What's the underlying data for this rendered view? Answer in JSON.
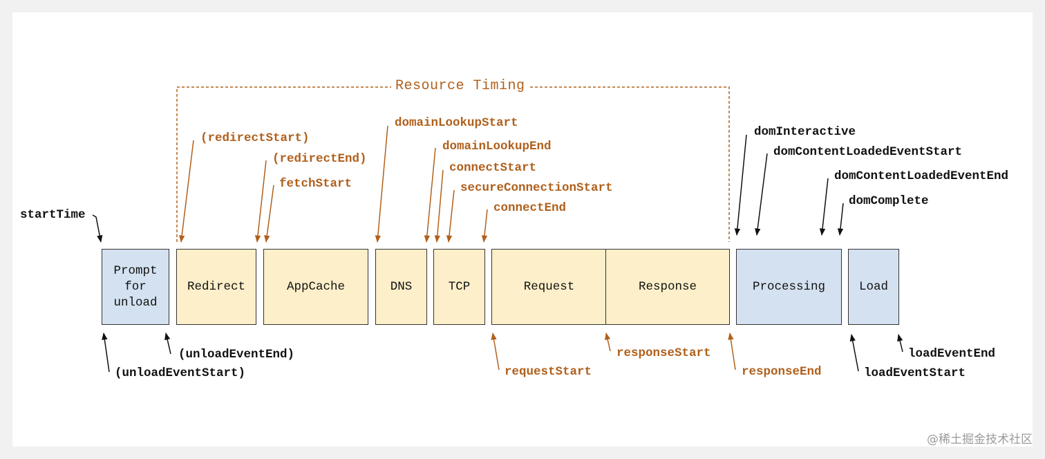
{
  "diagram": {
    "title": "Resource Timing",
    "colors": {
      "accent": "#b0601c",
      "phase_blue": "#d4e1f1",
      "phase_yellow": "#fcefc9"
    },
    "phases": [
      "Prompt\nfor\nunload",
      "Redirect",
      "AppCache",
      "DNS",
      "TCP",
      "Request",
      "Response",
      "Processing",
      "Load"
    ],
    "top_labels": [
      "startTime",
      "(redirectStart)",
      "(redirectEnd)",
      "fetchStart",
      "domainLookupStart",
      "domainLookupEnd",
      "connectStart",
      "secureConnectionStart",
      "connectEnd",
      "domInteractive",
      "domContentLoadedEventStart",
      "domContentLoadedEventEnd",
      "domComplete"
    ],
    "bottom_labels": [
      "(unloadEventStart)",
      "(unloadEventEnd)",
      "requestStart",
      "responseStart",
      "responseEnd",
      "loadEventStart",
      "loadEventEnd"
    ]
  },
  "watermark": "@稀土掘金技术社区"
}
